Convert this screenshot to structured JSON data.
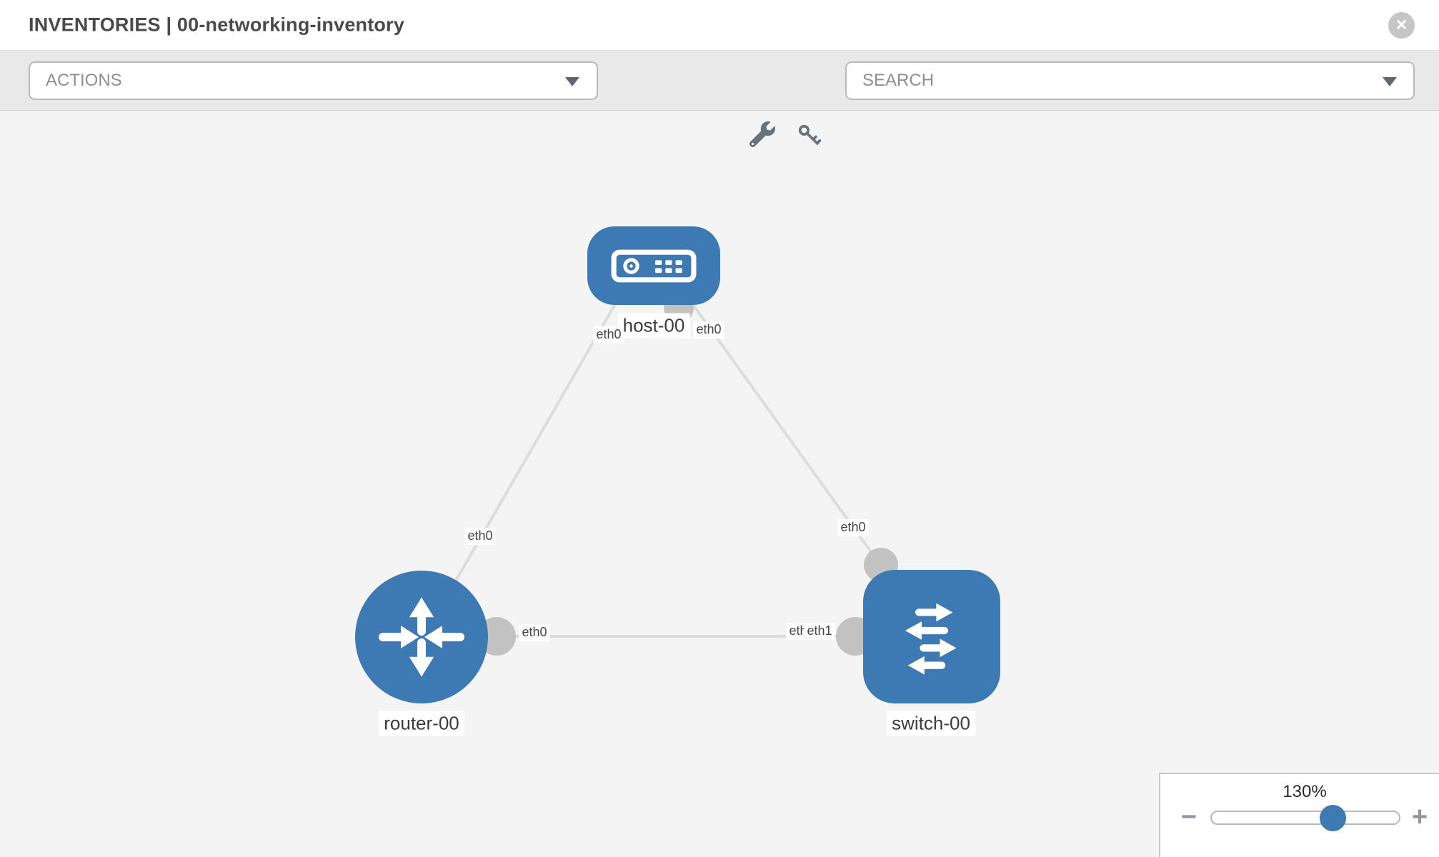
{
  "header": {
    "title": "INVENTORIES | 00-networking-inventory",
    "close_icon": "✕"
  },
  "toolbar": {
    "actions_label": "ACTIONS",
    "search_placeholder": "SEARCH",
    "icons": [
      "wrench-icon",
      "key-icon"
    ],
    "caret_icon": "triangle-down"
  },
  "topology": {
    "node_color": "#3d7ab3",
    "link_color": "#dcdcdc",
    "port_color": "#c2c2c2",
    "nodes": [
      {
        "label": "host-00",
        "type": "host"
      },
      {
        "label": "router-00",
        "type": "router"
      },
      {
        "label": "switch-00",
        "type": "switch"
      }
    ],
    "links": [
      {
        "from": "host-00",
        "to": "router-00",
        "from_iface": "eth0",
        "to_iface": "eth0"
      },
      {
        "from": "host-00",
        "to": "switch-00",
        "from_iface": "eth0",
        "to_iface": "eth0"
      },
      {
        "from": "router-00",
        "to": "switch-00",
        "from_iface": "eth0",
        "to_iface": "eth1"
      }
    ],
    "occluded_iface_label": "eth0"
  },
  "zoom_control": {
    "value": "130%",
    "minus_label": "−",
    "plus_label": "+"
  }
}
